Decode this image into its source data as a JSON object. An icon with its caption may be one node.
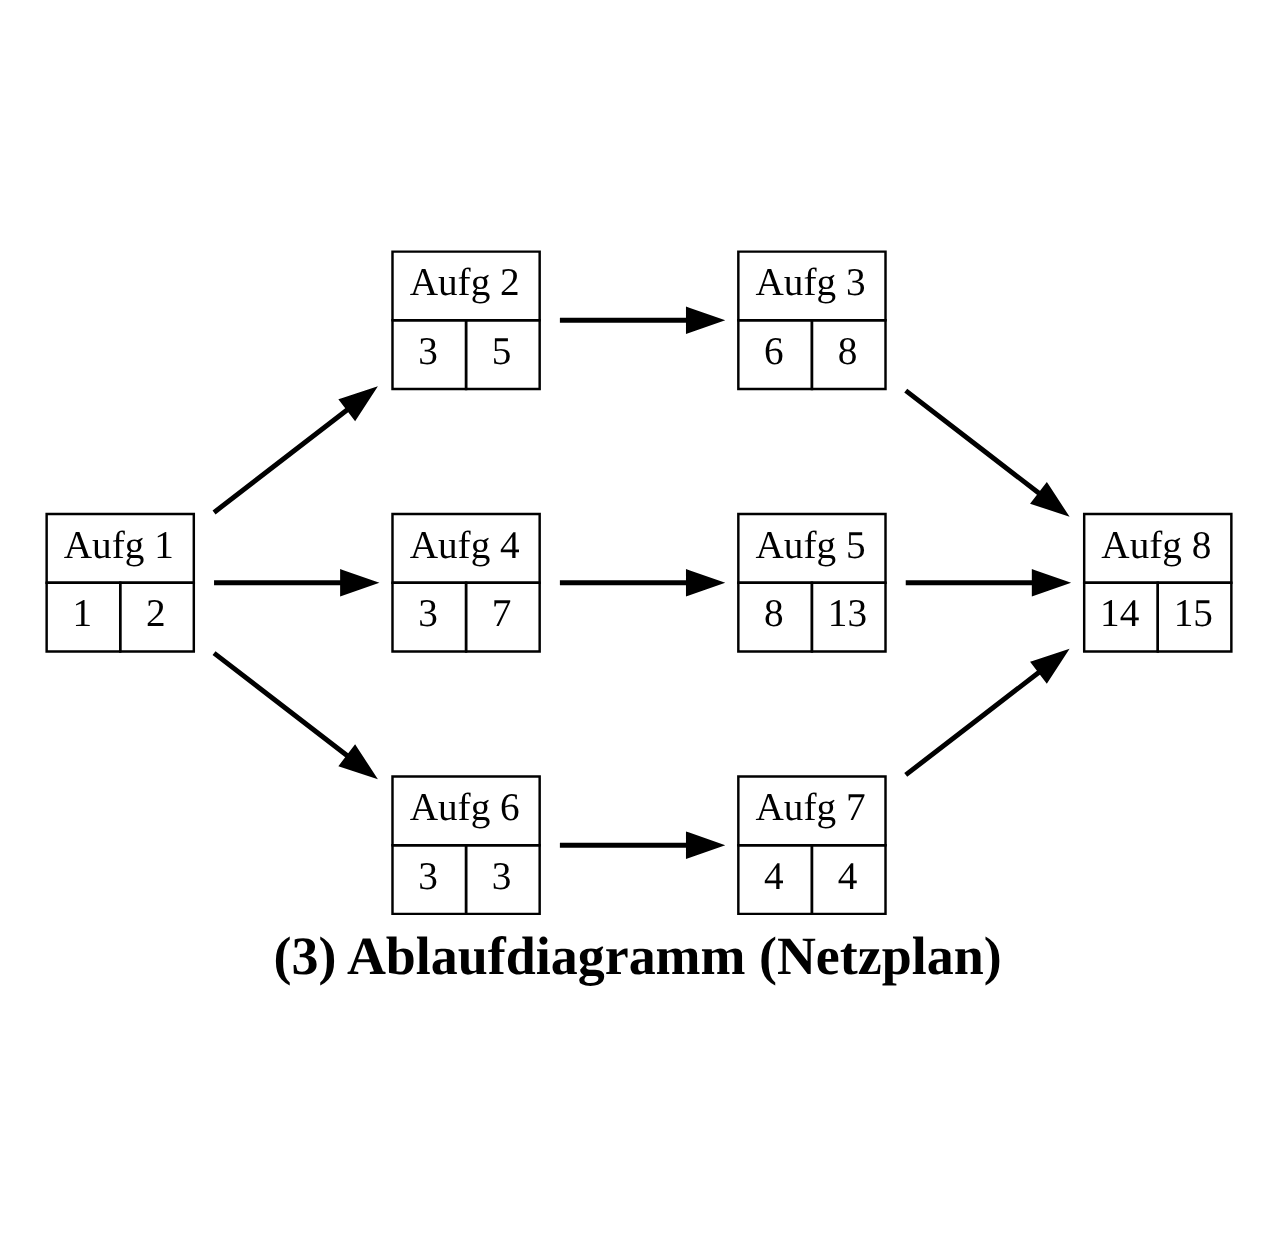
{
  "diagram": {
    "caption": "(3) Ablaufdiagramm (Netzplan)",
    "nodes": [
      {
        "text": [
          "Aufg 1",
          "1",
          "2"
        ]
      },
      {
        "text": [
          "Aufg 2",
          "3",
          "5"
        ]
      },
      {
        "text": [
          "Aufg 3",
          "6",
          "8"
        ]
      },
      {
        "text": [
          "Aufg 4",
          "3",
          "7"
        ]
      },
      {
        "text": [
          "Aufg 5",
          "8",
          "13"
        ]
      },
      {
        "text": [
          "Aufg 6",
          "3",
          "3"
        ]
      },
      {
        "text": [
          "Aufg 7",
          "4",
          "4"
        ]
      },
      {
        "text": [
          "Aufg 8",
          "14",
          "15"
        ]
      }
    ],
    "edges": [
      {
        "from": 0,
        "to": 1,
        "arrow": "to"
      },
      {
        "from": 0,
        "to": 3,
        "arrow": "to"
      },
      {
        "from": 0,
        "to": 5,
        "arrow": "to"
      },
      {
        "from": 1,
        "to": 2,
        "arrow": "to"
      },
      {
        "from": 3,
        "to": 4,
        "arrow": "to"
      },
      {
        "from": 5,
        "to": 6,
        "arrow": "to"
      },
      {
        "from": 2,
        "to": 7,
        "arrow": "to"
      },
      {
        "from": 4,
        "to": 7,
        "arrow": "to"
      },
      {
        "from": 6,
        "to": 7,
        "arrow": "to"
      }
    ]
  }
}
